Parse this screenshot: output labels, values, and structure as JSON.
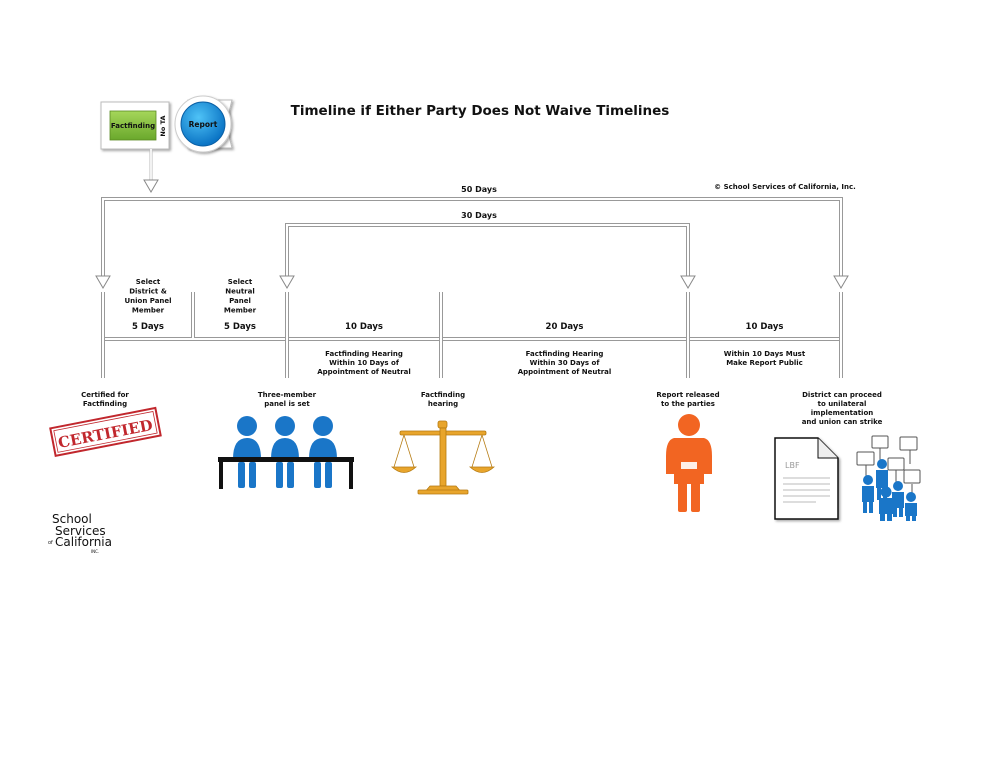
{
  "title": "Timeline if Either Party Does Not Waive Timelines",
  "copyright": "© School Services of California, Inc.",
  "badge": {
    "factfinding": "Factfinding",
    "no_ta": "No TA",
    "report": "Report"
  },
  "spans": {
    "total": "50 Days",
    "inner": "30 Days"
  },
  "steps": [
    {
      "title_lines": [
        "Select",
        "District &",
        "Union Panel",
        "Member"
      ],
      "days": "5 Days",
      "note_lines": []
    },
    {
      "title_lines": [
        "Select",
        "Neutral",
        "Panel",
        "Member"
      ],
      "days": "5 Days",
      "note_lines": []
    },
    {
      "title_lines": [],
      "days": "10 Days",
      "note_lines": [
        "Factfinding Hearing",
        "Within 10 Days of",
        "Appointment of Neutral"
      ]
    },
    {
      "title_lines": [],
      "days": "20 Days",
      "note_lines": [
        "Factfinding Hearing",
        "Within 30 Days of",
        "Appointment of Neutral"
      ]
    },
    {
      "title_lines": [],
      "days": "10 Days",
      "note_lines": [
        "Within 10 Days Must",
        "Make Report Public"
      ]
    }
  ],
  "milestones": [
    {
      "lines": [
        "Certified for",
        "Factfinding"
      ]
    },
    {
      "lines": [
        "Three-member",
        "panel is set"
      ]
    },
    {
      "lines": [
        "Factfinding",
        "hearing"
      ]
    },
    {
      "lines": [
        "Report released",
        "to the parties"
      ]
    },
    {
      "lines": [
        "District can proceed",
        "to unilateral",
        "implementation",
        "and union can strike"
      ]
    }
  ],
  "stamp": "CERTIFIED",
  "document_label": "LBF",
  "logo": {
    "lines": [
      "School",
      "Services",
      "California"
    ],
    "of": "of",
    "inc": "INC."
  },
  "colors": {
    "green": "#8cc63f",
    "blue": "#1a76c8",
    "orange": "#f26522",
    "gold": "#e8a52c",
    "stamp_red": "#c1272d"
  }
}
